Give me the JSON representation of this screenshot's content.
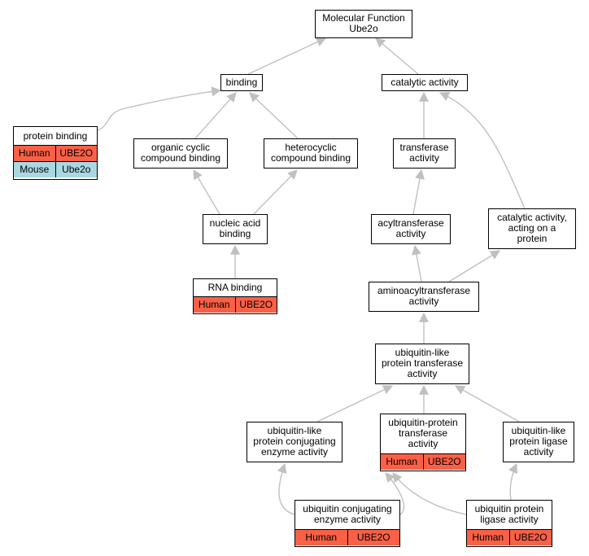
{
  "colors": {
    "human": "#fa6046",
    "mouse": "#a9d8e3",
    "edge": "#c0c0c0"
  },
  "nodes": {
    "root": {
      "title": "Molecular Function\nUbe2o"
    },
    "binding": {
      "title": "binding"
    },
    "catalytic": {
      "title": "catalytic activity"
    },
    "protein_binding": {
      "title": "protein binding",
      "rows": [
        {
          "species": "Human",
          "gene": "UBE2O"
        },
        {
          "species": "Mouse",
          "gene": "Ube2o"
        }
      ]
    },
    "organic_cyclic": {
      "title": "organic cyclic\ncompound binding"
    },
    "heterocyclic": {
      "title": "heterocyclic\ncompound binding"
    },
    "transferase": {
      "title": "transferase\nactivity"
    },
    "nucleic_acid": {
      "title": "nucleic acid\nbinding"
    },
    "acyltransferase": {
      "title": "acyltransferase\nactivity"
    },
    "catalytic_protein": {
      "title": "catalytic activity,\nacting on a\nprotein"
    },
    "rna_binding": {
      "title": "RNA binding",
      "rows": [
        {
          "species": "Human",
          "gene": "UBE2O"
        }
      ]
    },
    "aminoacyl": {
      "title": "aminoacyltransferase\nactivity"
    },
    "ubl_transferase": {
      "title": "ubiquitin-like\nprotein transferase\nactivity"
    },
    "ubl_conjugating": {
      "title": "ubiquitin-like\nprotein conjugating\nenzyme activity"
    },
    "ub_protein_transferase": {
      "title": "ubiquitin-protein\ntransferase\nactivity",
      "rows": [
        {
          "species": "Human",
          "gene": "UBE2O"
        }
      ]
    },
    "ubl_ligase": {
      "title": "ubiquitin-like\nprotein ligase\nactivity"
    },
    "ub_conjugating": {
      "title": "ubiquitin conjugating\nenzyme activity",
      "rows": [
        {
          "species": "Human",
          "gene": "UBE2O"
        }
      ]
    },
    "ub_ligase": {
      "title": "ubiquitin protein\nligase activity",
      "rows": [
        {
          "species": "Human",
          "gene": "UBE2O"
        }
      ]
    }
  }
}
